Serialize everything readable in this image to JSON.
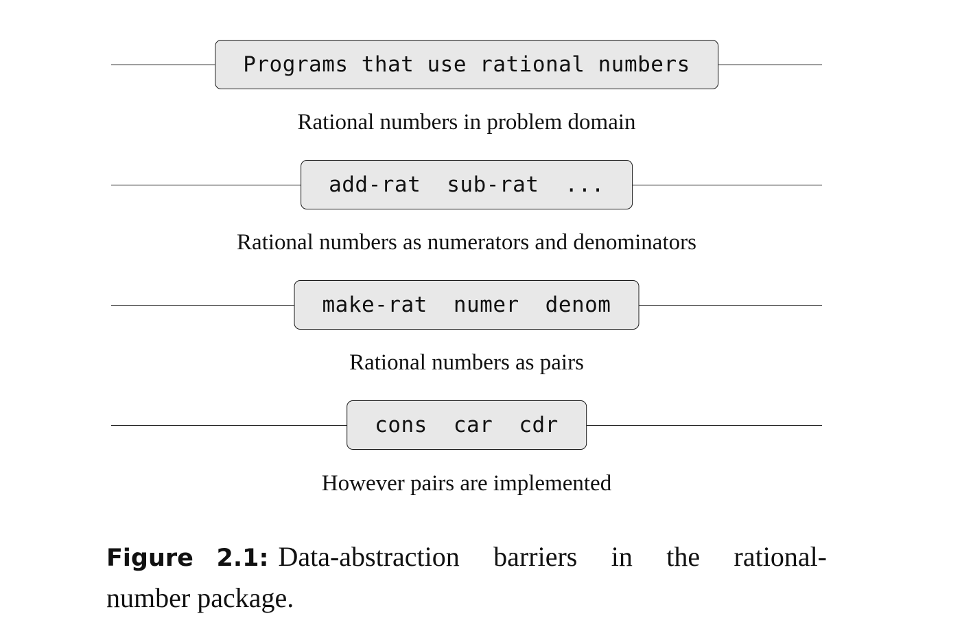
{
  "barriers": [
    {
      "items": [
        "Programs that use rational numbers"
      ]
    },
    {
      "items": [
        "add-rat",
        "sub-rat",
        "..."
      ]
    },
    {
      "items": [
        "make-rat",
        "numer",
        "denom"
      ]
    },
    {
      "items": [
        "cons",
        "car",
        "cdr"
      ]
    }
  ],
  "levels": [
    "Rational numbers in problem domain",
    "Rational numbers as numerators and denominators",
    "Rational numbers as pairs",
    "However pairs are implemented"
  ],
  "caption": {
    "label": "Figure 2.1:",
    "text_line1": "Data-abstraction barriers in the rational-",
    "text_line2": "number package."
  },
  "colors": {
    "box_fill": "#e8e8e8",
    "stroke": "#1a1a1a"
  }
}
